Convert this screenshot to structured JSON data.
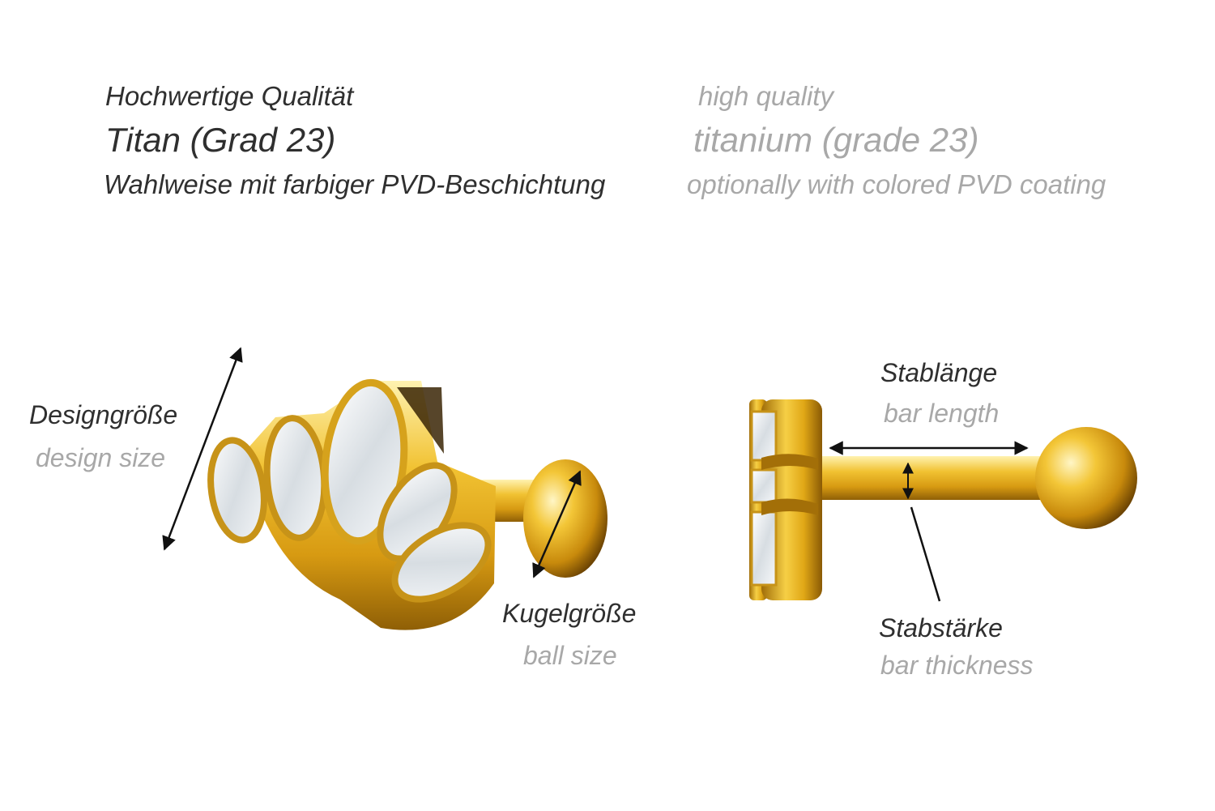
{
  "header": {
    "de": {
      "quality": "Hochwertige Qualität",
      "material": "Titan (Grad 23)",
      "coating": "Wahlweise mit farbiger PVD-Beschichtung"
    },
    "en": {
      "quality": "high quality",
      "material": "titanium (grade 23)",
      "coating": "optionally with colored PVD coating"
    }
  },
  "labels": {
    "design_size": {
      "de": "Designgröße",
      "en": "design size"
    },
    "ball_size": {
      "de": "Kugelgröße",
      "en": "ball size"
    },
    "bar_length": {
      "de": "Stablänge",
      "en": "bar length"
    },
    "bar_thickness": {
      "de": "Stabstärke",
      "en": "bar thickness"
    }
  },
  "colors": {
    "gold": "#e6b21d",
    "gold_dark": "#9a6a08",
    "gold_light": "#fde68a",
    "stone": "#e9eef2",
    "text_de": "#2f2f2f",
    "text_en": "#a8a8a8"
  }
}
